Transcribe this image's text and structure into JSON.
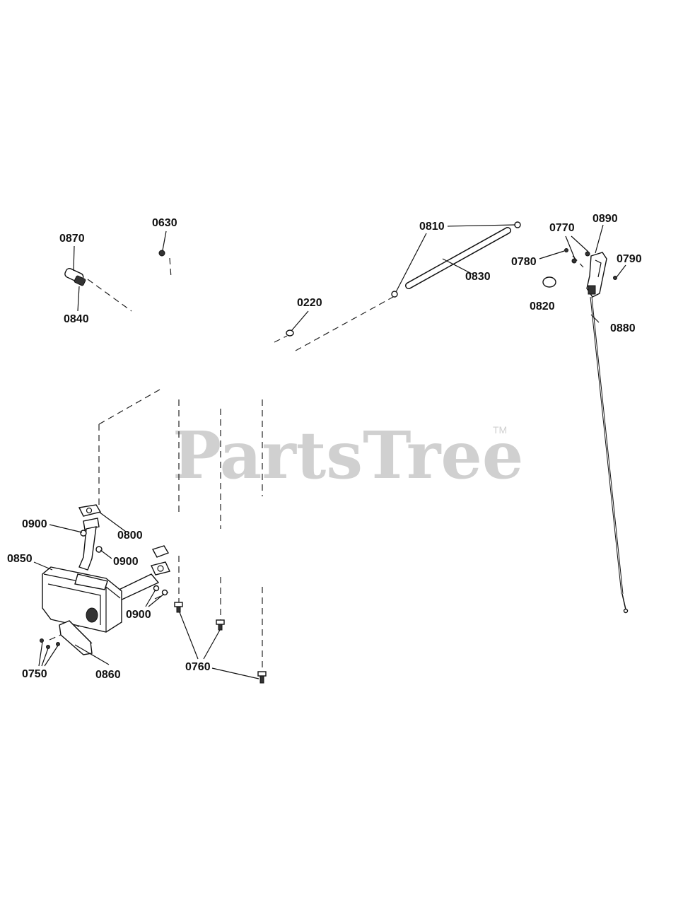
{
  "watermark": {
    "text": "PartsTree",
    "trademark": "TM"
  },
  "callouts": {
    "c0870": "0870",
    "c0840": "0840",
    "c0630": "0630",
    "c0220": "0220",
    "c0810": "0810",
    "c0830": "0830",
    "c0770": "0770",
    "c0890": "0890",
    "c0780": "0780",
    "c0790": "0790",
    "c0820": "0820",
    "c0880": "0880",
    "c0900a": "0900",
    "c0800": "0800",
    "c0900b": "0900",
    "c0850": "0850",
    "c0900c": "0900",
    "c0750": "0750",
    "c0860": "0860",
    "c0760": "0760"
  }
}
